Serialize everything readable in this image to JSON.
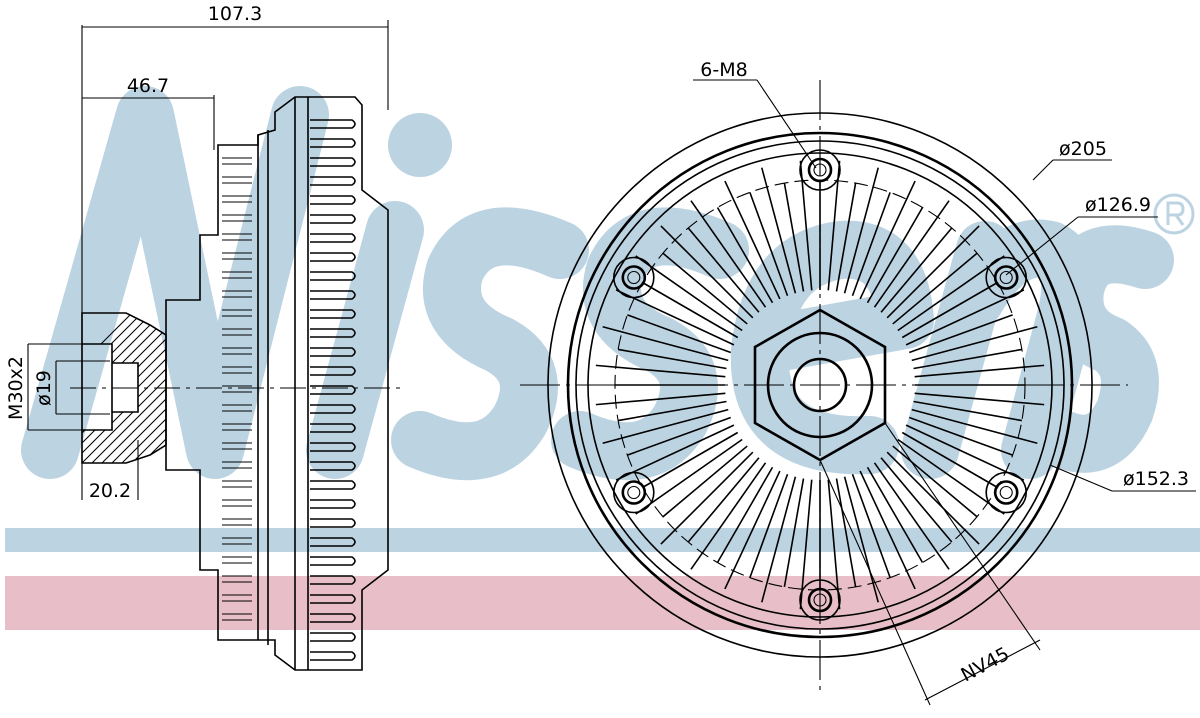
{
  "watermark": {
    "logo": "Nissens",
    "registered_mark": "®",
    "blue": "#bcd3e2",
    "pink": "#e8bfc9"
  },
  "side_view": {
    "overall_length": "107.3",
    "hub_length": "46.7",
    "thread": "M30x2",
    "bore": "ø19",
    "thread_depth": "20.2"
  },
  "front_view": {
    "bolts": "6-M8",
    "outer_diameter": "ø205",
    "bolt_circle": "ø126.9",
    "inner_diameter": "ø152.3",
    "wrench_size": "NV45",
    "bolt_count": 6
  }
}
